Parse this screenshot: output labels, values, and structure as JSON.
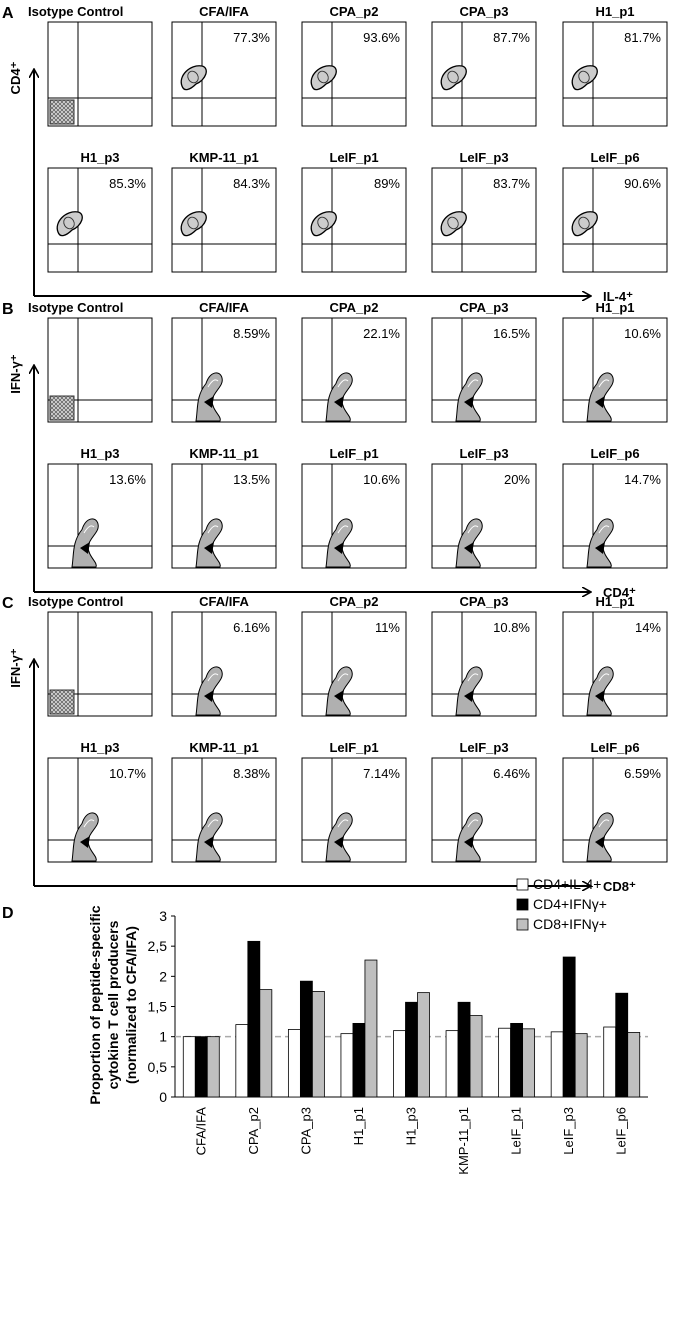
{
  "facs_panels": [
    {
      "letter": "A",
      "x_axis": "IL-4⁺",
      "y_axis": "CD4⁺",
      "shape": "blob",
      "cells": [
        {
          "title": "Isotype Control",
          "pct": "",
          "isotype": true
        },
        {
          "title": "CFA/IFA",
          "pct": "77.3%"
        },
        {
          "title": "CPA_p2",
          "pct": "93.6%"
        },
        {
          "title": "CPA_p3",
          "pct": "87.7%"
        },
        {
          "title": "H1_p1",
          "pct": "81.7%"
        },
        {
          "title": "H1_p3",
          "pct": "85.3%"
        },
        {
          "title": "KMP-11_p1",
          "pct": "84.3%"
        },
        {
          "title": "LeIF_p1",
          "pct": "89%"
        },
        {
          "title": "LeIF_p3",
          "pct": "83.7%"
        },
        {
          "title": "LeIF_p6",
          "pct": "90.6%"
        }
      ]
    },
    {
      "letter": "B",
      "x_axis": "CD4⁺",
      "y_axis": "IFN-γ⁺",
      "shape": "flame",
      "cells": [
        {
          "title": "Isotype Control",
          "pct": "",
          "isotype": true
        },
        {
          "title": "CFA/IFA",
          "pct": "8.59%"
        },
        {
          "title": "CPA_p2",
          "pct": "22.1%"
        },
        {
          "title": "CPA_p3",
          "pct": "16.5%"
        },
        {
          "title": "H1_p1",
          "pct": "10.6%"
        },
        {
          "title": "H1_p3",
          "pct": "13.6%"
        },
        {
          "title": "KMP-11_p1",
          "pct": "13.5%"
        },
        {
          "title": "LeIF_p1",
          "pct": "10.6%"
        },
        {
          "title": "LeIF_p3",
          "pct": "20%"
        },
        {
          "title": "LeIF_p6",
          "pct": "14.7%"
        }
      ]
    },
    {
      "letter": "C",
      "x_axis": "CD8⁺",
      "y_axis": "IFN-γ⁺",
      "shape": "flame",
      "cells": [
        {
          "title": "Isotype Control",
          "pct": "",
          "isotype": true
        },
        {
          "title": "CFA/IFA",
          "pct": "6.16%"
        },
        {
          "title": "CPA_p2",
          "pct": "11%"
        },
        {
          "title": "CPA_p3",
          "pct": "10.8%"
        },
        {
          "title": "H1_p1",
          "pct": "14%"
        },
        {
          "title": "H1_p3",
          "pct": "10.7%"
        },
        {
          "title": "KMP-11_p1",
          "pct": "8.38%"
        },
        {
          "title": "LeIF_p1",
          "pct": "7.14%"
        },
        {
          "title": "LeIF_p3",
          "pct": "6.46%"
        },
        {
          "title": "LeIF_p6",
          "pct": "6.59%"
        }
      ]
    }
  ],
  "chart_data": {
    "letter": "D",
    "type": "bar",
    "ylabel": "Proportion of peptide-specific cytokine T cell producers (normalized to CFA/IFA)",
    "ylabel_lines": [
      "Proportion of peptide-specific",
      "cytokine T cell producers",
      "(normalized to CFA/IFA)"
    ],
    "ylim": [
      0,
      3
    ],
    "yticks": [
      "0",
      "0,5",
      "1",
      "1,5",
      "2",
      "2,5",
      "3"
    ],
    "reference_line": 1,
    "legend_position": "top-right",
    "categories": [
      "CFA/IFA",
      "CPA_p2",
      "CPA_p3",
      "H1_p1",
      "H1_p3",
      "KMP-11_p1",
      "LeIF_p1",
      "LeIF_p3",
      "LeIF_p6"
    ],
    "series": [
      {
        "name": "CD4+IL-4+",
        "color": "#ffffff",
        "values": [
          1.0,
          1.2,
          1.12,
          1.05,
          1.1,
          1.1,
          1.14,
          1.08,
          1.16
        ]
      },
      {
        "name": "CD4+IFNγ+",
        "color": "#000000",
        "values": [
          1.0,
          2.58,
          1.92,
          1.22,
          1.57,
          1.57,
          1.22,
          2.32,
          1.72
        ]
      },
      {
        "name": "CD8+IFNγ+",
        "color": "#bfbfbf",
        "values": [
          1.0,
          1.78,
          1.75,
          2.27,
          1.73,
          1.35,
          1.13,
          1.05,
          1.07
        ]
      }
    ]
  }
}
